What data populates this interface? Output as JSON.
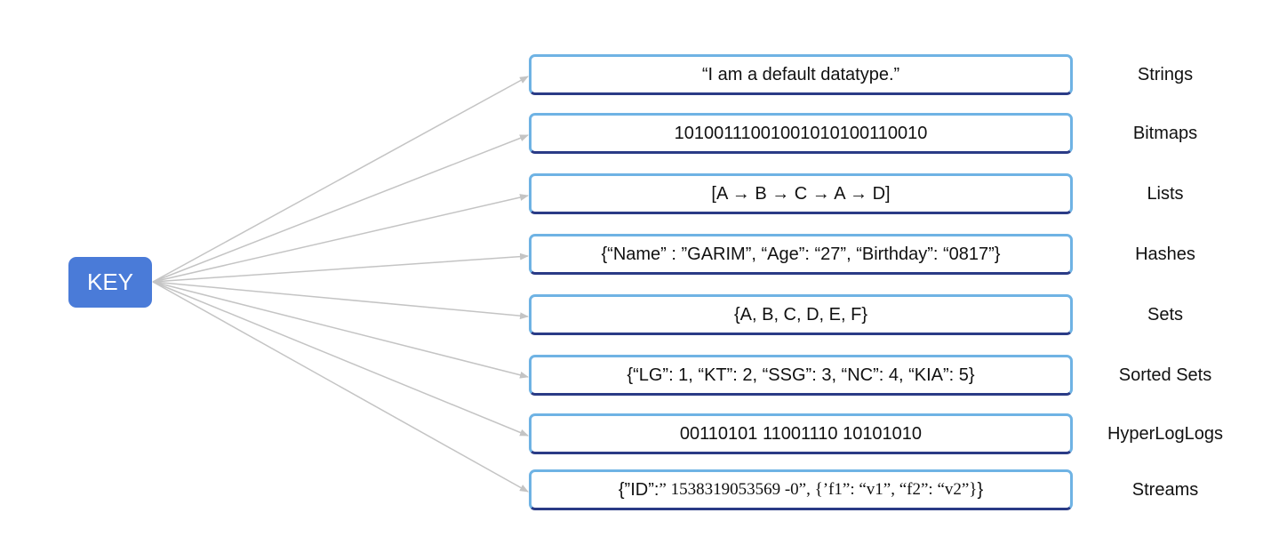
{
  "key": {
    "label": "KEY"
  },
  "rows": [
    {
      "value": "“I am a default datatype.”",
      "type": "Strings"
    },
    {
      "value": "10100111001001010100110010",
      "type": "Bitmaps"
    },
    {
      "value": "[A → B → C → A → D]",
      "type": "Lists"
    },
    {
      "value": "{“Name” : ”GARIM”, “Age”: “27”, “Birthday”: “0817”}",
      "type": "Hashes"
    },
    {
      "value": "{A, B, C, D, E, F}",
      "type": "Sets"
    },
    {
      "value": "{“LG”: 1, “KT”: 2, “SSG”: 3, “NC”: 4, “KIA”: 5}",
      "type": "Sorted Sets"
    },
    {
      "value": "00110101 11001110 10101010",
      "type": "HyperLogLogs"
    },
    {
      "value_a": "{”ID”:",
      "value_b": "” 1538319053569 -0”,  {’f1”: “v1”, “f2”: “v2”}",
      "value_c": "}",
      "type": "Streams"
    }
  ],
  "colors": {
    "key_fill": "#4a7bd8",
    "arrow": "#c4c4c4",
    "box_border_top": "#6fb3e4",
    "box_border_bottom": "#2a3b86"
  }
}
